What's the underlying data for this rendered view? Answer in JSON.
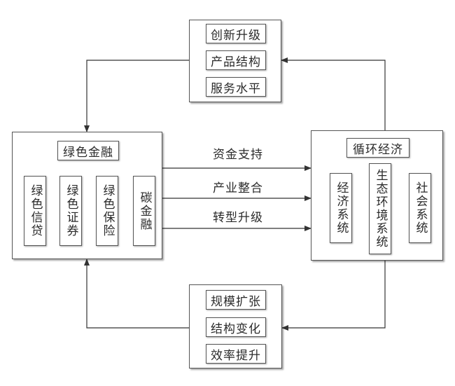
{
  "top_group": [
    "创新升级",
    "产品结构",
    "服务水平"
  ],
  "bottom_group": [
    "规模扩张",
    "结构变化",
    "效率提升"
  ],
  "green_finance": {
    "title": "绿色金融",
    "items": [
      "绿色信贷",
      "绿色证券",
      "绿色保险",
      "碳金融"
    ]
  },
  "circular_economy": {
    "title": "循环经济",
    "items": [
      "经济系统",
      "生态环境系统",
      "社会系统"
    ]
  },
  "flows": [
    "资金支持",
    "产业整合",
    "转型升级"
  ]
}
